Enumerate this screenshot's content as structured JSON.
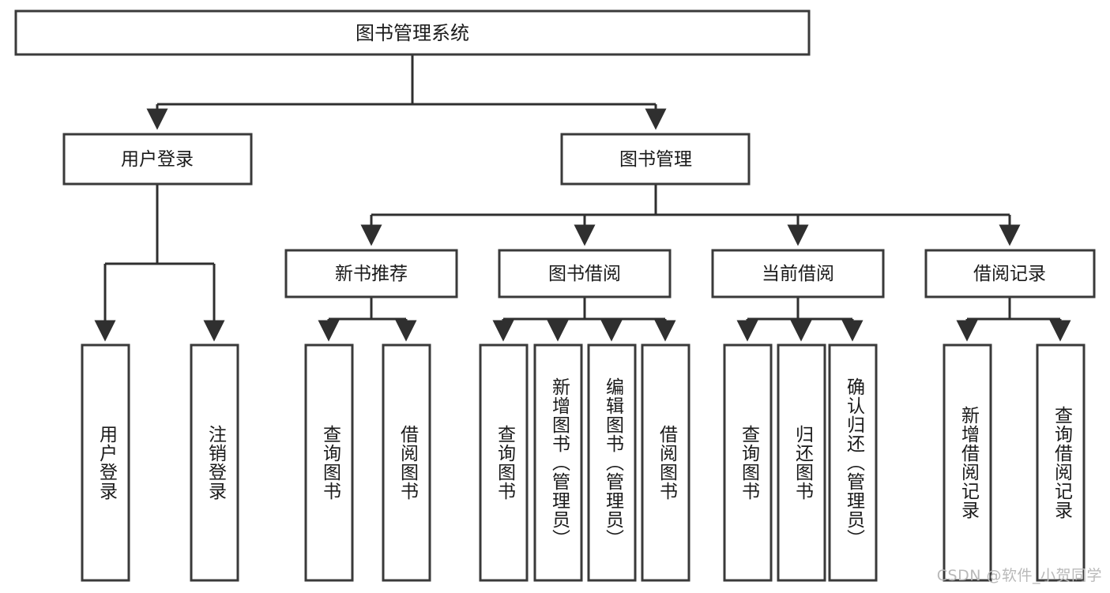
{
  "diagram": {
    "title": "图书管理系统",
    "type": "hierarchy-tree",
    "watermark": "CSDN @软件_小贺同学",
    "colors": {
      "box_stroke": "#3a3a3a",
      "connector": "#2f2f2f",
      "box_fill": "#ffffff",
      "text": "#1a1a1a",
      "watermark": "#b9b9b9",
      "background": "#ffffff"
    },
    "root": {
      "label": "图书管理系统"
    },
    "level2": [
      {
        "label": "用户登录"
      },
      {
        "label": "图书管理"
      }
    ],
    "level3": [
      {
        "label": "新书推荐"
      },
      {
        "label": "图书借阅"
      },
      {
        "label": "当前借阅"
      },
      {
        "label": "借阅记录"
      }
    ],
    "leaves": {
      "user_login": [
        {
          "label": "用户登录"
        },
        {
          "label": "注销登录"
        }
      ],
      "new_book": [
        {
          "label": "查询图书"
        },
        {
          "label": "借阅图书"
        }
      ],
      "book_borrow": [
        {
          "label": "查询图书"
        },
        {
          "label": "新增图书（管理员）"
        },
        {
          "label": "编辑图书（管理员）"
        },
        {
          "label": "借阅图书"
        }
      ],
      "current_borrow": [
        {
          "label": "查询图书"
        },
        {
          "label": "归还图书"
        },
        {
          "label": "确认归还（管理员）"
        }
      ],
      "borrow_record": [
        {
          "label": "新增借阅记录"
        },
        {
          "label": "查询借阅记录"
        }
      ]
    }
  },
  "chart_data": {
    "type": "table",
    "title": "图书管理系统",
    "nodes": [
      {
        "id": "root",
        "label": "图书管理系统",
        "level": 0,
        "parent": null
      },
      {
        "id": "user-login",
        "label": "用户登录",
        "level": 1,
        "parent": "root"
      },
      {
        "id": "book-manage",
        "label": "图书管理",
        "level": 1,
        "parent": "root"
      },
      {
        "id": "leaf-user-login",
        "label": "用户登录",
        "level": 2,
        "parent": "user-login"
      },
      {
        "id": "leaf-logout",
        "label": "注销登录",
        "level": 2,
        "parent": "user-login"
      },
      {
        "id": "new-book",
        "label": "新书推荐",
        "level": 2,
        "parent": "book-manage"
      },
      {
        "id": "book-borrow",
        "label": "图书借阅",
        "level": 2,
        "parent": "book-manage"
      },
      {
        "id": "current-borrow",
        "label": "当前借阅",
        "level": 2,
        "parent": "book-manage"
      },
      {
        "id": "borrow-record",
        "label": "借阅记录",
        "level": 2,
        "parent": "book-manage"
      },
      {
        "id": "nb-query",
        "label": "查询图书",
        "level": 3,
        "parent": "new-book"
      },
      {
        "id": "nb-borrow",
        "label": "借阅图书",
        "level": 3,
        "parent": "new-book"
      },
      {
        "id": "bb-query",
        "label": "查询图书",
        "level": 3,
        "parent": "book-borrow"
      },
      {
        "id": "bb-add",
        "label": "新增图书（管理员）",
        "level": 3,
        "parent": "book-borrow"
      },
      {
        "id": "bb-edit",
        "label": "编辑图书（管理员）",
        "level": 3,
        "parent": "book-borrow"
      },
      {
        "id": "bb-borrow",
        "label": "借阅图书",
        "level": 3,
        "parent": "book-borrow"
      },
      {
        "id": "cb-query",
        "label": "查询图书",
        "level": 3,
        "parent": "current-borrow"
      },
      {
        "id": "cb-return",
        "label": "归还图书",
        "level": 3,
        "parent": "current-borrow"
      },
      {
        "id": "cb-confirm",
        "label": "确认归还（管理员）",
        "level": 3,
        "parent": "current-borrow"
      },
      {
        "id": "br-add",
        "label": "新增借阅记录",
        "level": 3,
        "parent": "borrow-record"
      },
      {
        "id": "br-query",
        "label": "查询借阅记录",
        "level": 3,
        "parent": "borrow-record"
      }
    ]
  }
}
